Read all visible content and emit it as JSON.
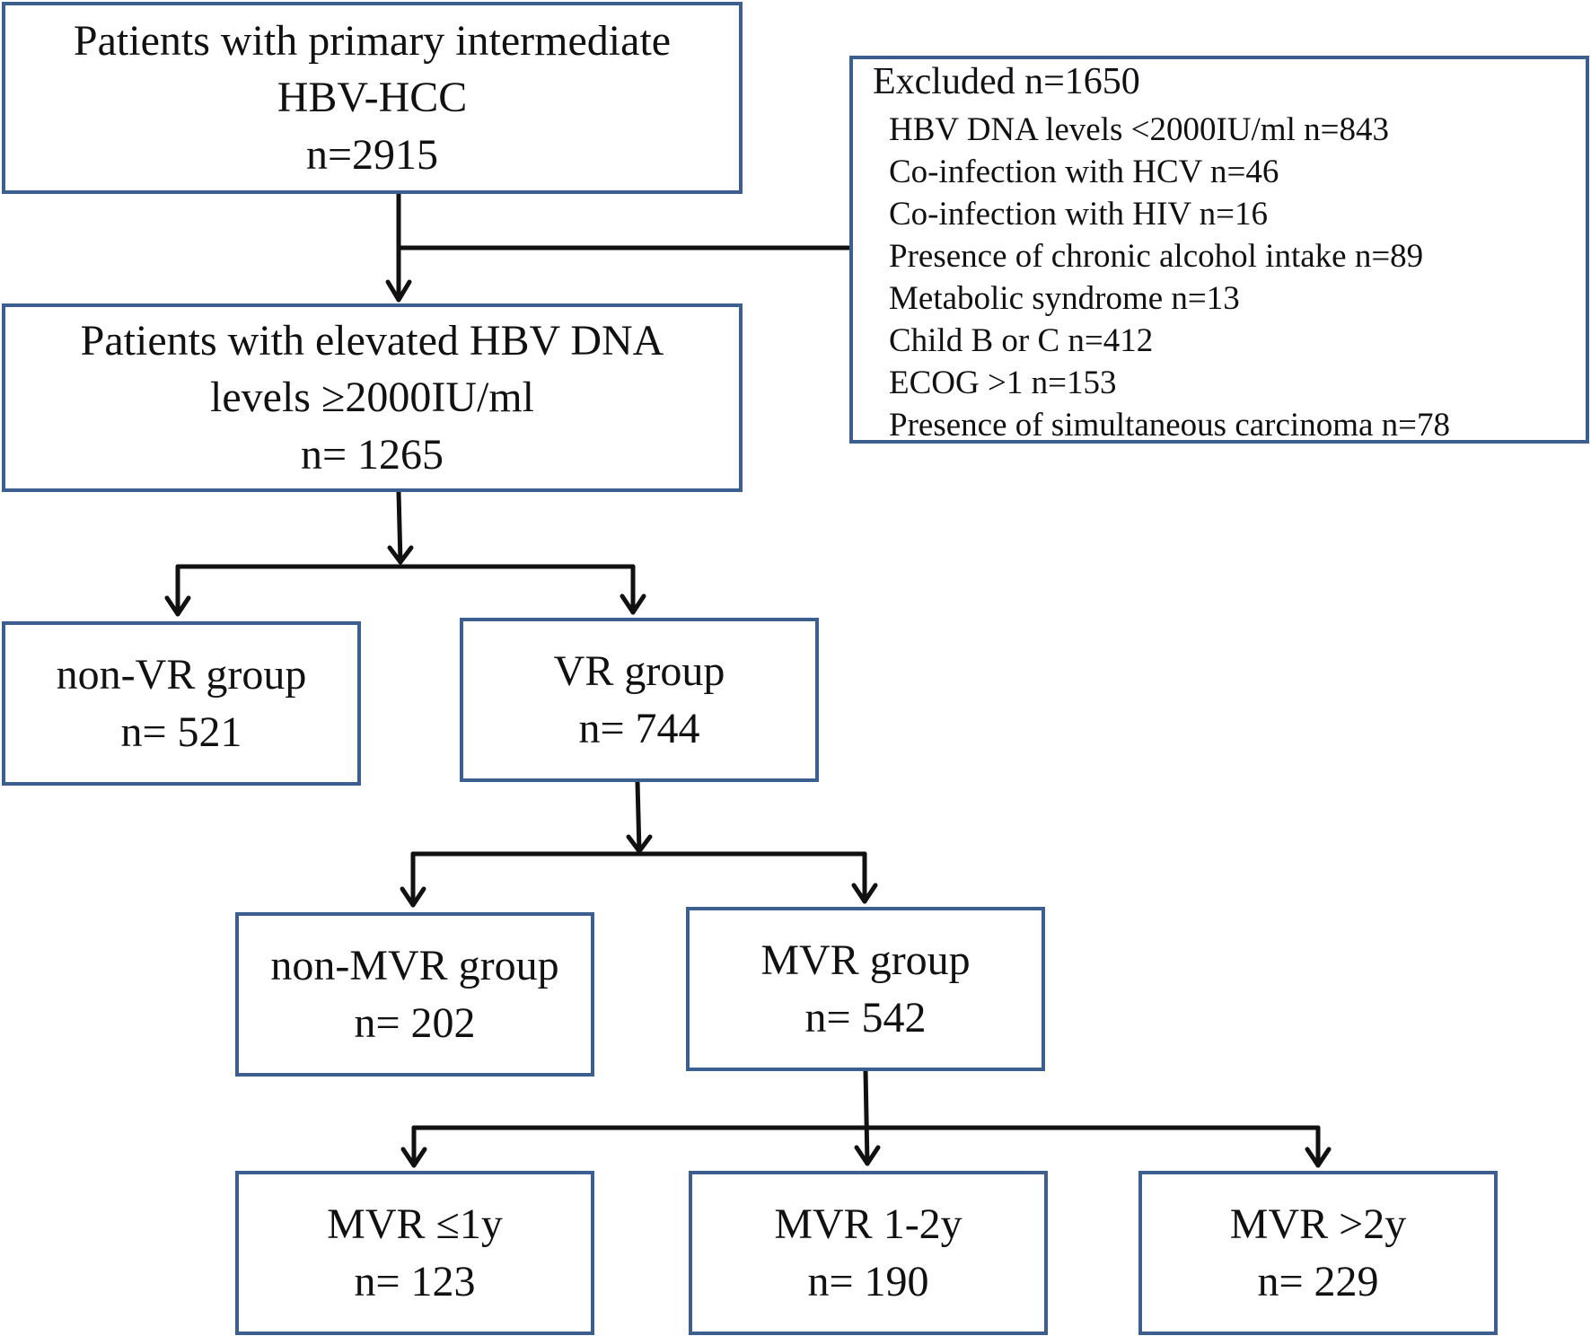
{
  "start": {
    "lines": [
      "Patients with primary intermediate",
      "HBV-HCC",
      "n=2915"
    ]
  },
  "excluded": {
    "title": "Excluded n=1650",
    "items": [
      "HBV DNA levels <2000IU/ml  n=843",
      "Co-infection with HCV n=46",
      "Co-infection with HIV n=16",
      "Presence of chronic alcohol intake n=89",
      "Metabolic syndrome n=13",
      "Child B or C n=412",
      "ECOG >1 n=153",
      "Presence  of simultaneous carcinoma n=78"
    ]
  },
  "elevated": {
    "lines": [
      "Patients with elevated HBV DNA",
      "levels ≥2000IU/ml",
      "n= 1265"
    ]
  },
  "non_vr": {
    "lines": [
      "non-VR group",
      "n= 521"
    ]
  },
  "vr": {
    "lines": [
      "VR group",
      "n= 744"
    ]
  },
  "non_mvr": {
    "lines": [
      "non-MVR group",
      "n= 202"
    ]
  },
  "mvr": {
    "lines": [
      "MVR group",
      "n= 542"
    ]
  },
  "mvr_le1": {
    "lines": [
      "MVR ≤1y",
      "n= 123"
    ]
  },
  "mvr_1_2": {
    "lines": [
      "MVR 1-2y",
      "n= 190"
    ]
  },
  "mvr_gt2": {
    "lines": [
      "MVR >2y",
      "n= 229"
    ]
  },
  "colors": {
    "box_border": "#3d5f8f",
    "connector": "#111111"
  }
}
